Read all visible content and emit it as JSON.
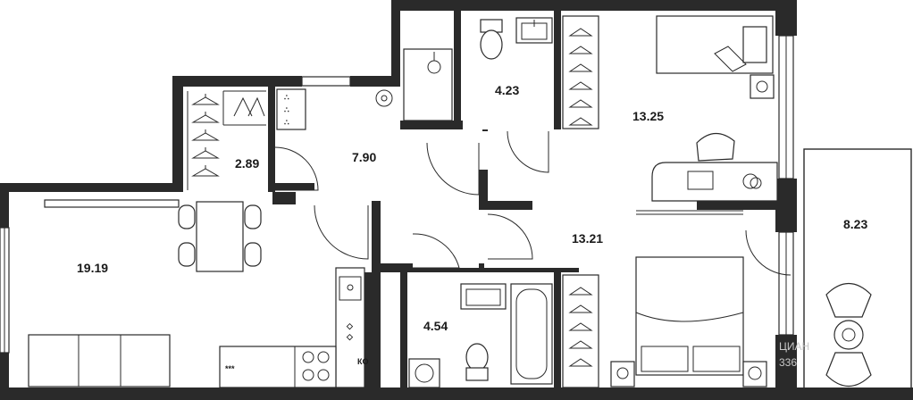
{
  "rooms": [
    {
      "id": "living",
      "area": "19.19"
    },
    {
      "id": "closet",
      "area": "2.89"
    },
    {
      "id": "hall",
      "area": "7.90"
    },
    {
      "id": "wc",
      "area": "4.23"
    },
    {
      "id": "bedroom1",
      "area": "13.25"
    },
    {
      "id": "bedroom2",
      "area": "13.21"
    },
    {
      "id": "bathroom",
      "area": "4.54"
    },
    {
      "id": "balcony",
      "area": "8.23"
    }
  ],
  "labels": {
    "stove_mark": "***",
    "ko_mark": "КО"
  },
  "watermark": {
    "text1": "ЦИАН",
    "text2": "336"
  },
  "colors": {
    "wall": "#2a2a2a",
    "background": "#ffffff"
  }
}
